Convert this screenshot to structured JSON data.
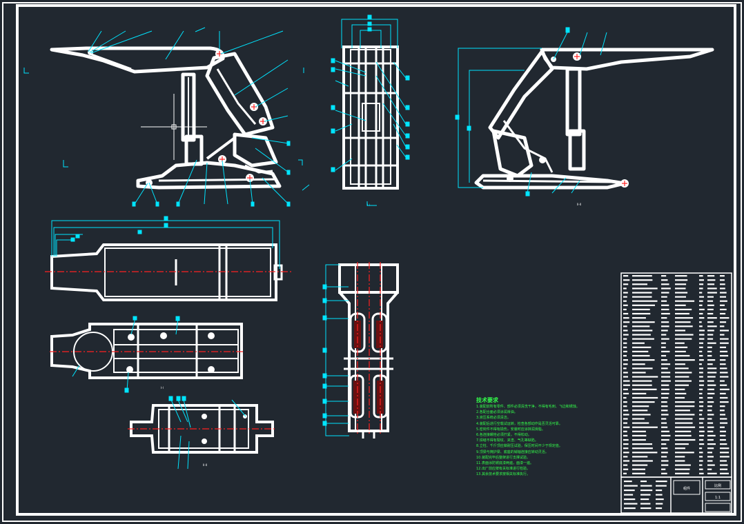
{
  "drawing": {
    "colors": {
      "background": "#212830",
      "outline": "#ffffff",
      "dimension": "#00e5ff",
      "centerline": "#ff2020",
      "notes": "#33ff4a"
    },
    "section_marks": {
      "front": "I-I",
      "side": "II-II",
      "lower_left": "I-I",
      "bottom": "II-II"
    }
  },
  "tech_notes": {
    "title": "技术要求",
    "lines": [
      "1.装配前所有零件、部件必须清洗干净，不得有毛刺、飞边和锈蚀。",
      "2.各配合面必须涂润滑油。",
      "3.液压系统必须清洁。",
      "4.装配后进行空载试运转，检查各部动作是否灵活可靠。",
      "5.密封件不得有损伤，安装时应涂抹润滑脂。",
      "6.各连接螺栓必须拧紧，不得松动。",
      "7.焊缝不得有裂纹、夹渣、气孔等缺陷。",
      "8.立柱、千斤顶应做耐压试验，保压时间不少于规定值。",
      "9.顶梁与掩护梁、底座的销轴连接应转动灵活。",
      "10.装配完毕后整架进行支撑试验。",
      "11.表面涂防锈底漆两遍，面漆一遍。",
      "12.出厂前应按有关标准进行检验。",
      "13.其余技术要求按相关标准执行。"
    ]
  },
  "title_block": {
    "material_label": "组件",
    "scale_label": "比例",
    "count_label": "1:1"
  }
}
